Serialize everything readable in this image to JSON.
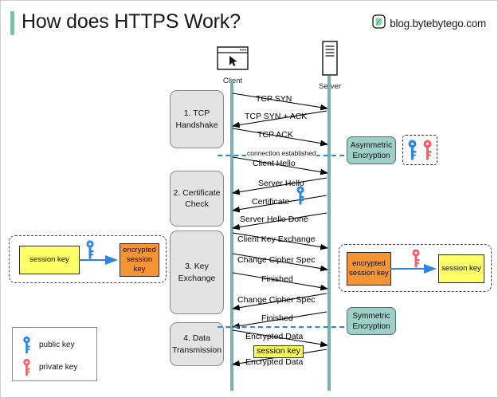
{
  "header": {
    "title": "How does HTTPS Work?",
    "brand": "blog.bytebytego.com",
    "brand_icon": "bytebytego-leaf-logo",
    "accent_color": "#6ec8a8"
  },
  "actors": {
    "client": {
      "label": "Client",
      "icon": "browser-window-cursor-icon"
    },
    "server": {
      "label": "Server",
      "icon": "server-rack-icon"
    }
  },
  "phases": [
    {
      "id": "tcp-handshake",
      "label": "1. TCP\nHandshake"
    },
    {
      "id": "certificate-check",
      "label": "2. Certificate\nCheck"
    },
    {
      "id": "key-exchange",
      "label": "3. Key\nExchange"
    },
    {
      "id": "data-transmission",
      "label": "4. Data\nTransmission"
    }
  ],
  "messages": [
    {
      "label": "TCP SYN",
      "direction": "right",
      "align": "right"
    },
    {
      "label": "TCP SYN + ACK",
      "direction": "left",
      "align": "center"
    },
    {
      "label": "TCP ACK",
      "direction": "right",
      "align": "right"
    },
    {
      "label": "Client Hello",
      "direction": "right",
      "align": "right"
    },
    {
      "label": "Server Hello",
      "direction": "left",
      "align": "right"
    },
    {
      "label": "Certificate",
      "direction": "left",
      "align": "right",
      "icon": "blue-key-icon"
    },
    {
      "label": "Server Hello Done",
      "direction": "left",
      "align": "center"
    },
    {
      "label": "Client Key Exchange",
      "direction": "right",
      "align": "center"
    },
    {
      "label": "Change Cipher Spec",
      "direction": "right",
      "align": "center"
    },
    {
      "label": "Finished",
      "direction": "right",
      "align": "right"
    },
    {
      "label": "Change Cipher Spec",
      "direction": "left",
      "align": "center"
    },
    {
      "label": "Finished",
      "direction": "left",
      "align": "right"
    },
    {
      "label": "Encrypted  Data",
      "direction": "right",
      "align": "right"
    },
    {
      "label": "Encrypted Data",
      "direction": "left",
      "align": "right"
    }
  ],
  "separators": {
    "connection_established": "connection established",
    "color": "#2f86e0"
  },
  "session_key_tag": "session key",
  "encryption_tags": {
    "asymmetric": "Asymmetric\nEncryption",
    "symmetric": "Symmetric\nEncryption",
    "color": "#9ed0c8"
  },
  "illustration_left": {
    "from_label": "session key",
    "to_label": "encrypted\nsession key",
    "key_icon": "blue-key-icon",
    "from_color": "#ffff66",
    "to_color": "#f59434",
    "arrow_color": "#2f86e0"
  },
  "illustration_right": {
    "from_label": "encrypted\nsession key",
    "to_label": "session key",
    "key_icon": "red-key-icon",
    "from_color": "#f59434",
    "to_color": "#ffff66",
    "arrow_color": "#2f86e0"
  },
  "legend": [
    {
      "label": "public key",
      "icon": "blue-key-icon",
      "color": "#2f86e0"
    },
    {
      "label": "private key",
      "icon": "red-key-icon",
      "color": "#f4606c"
    }
  ]
}
